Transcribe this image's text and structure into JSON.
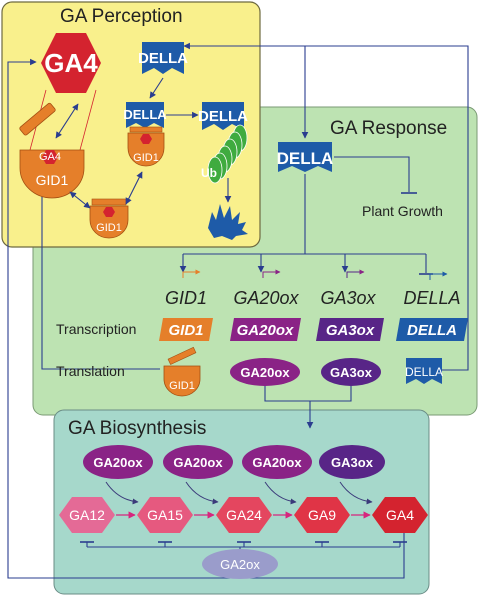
{
  "panels": {
    "perception_title": "GA Perception",
    "response_title": "GA Response",
    "biosynthesis_title": "GA Biosynthesis"
  },
  "perception": {
    "ga4_big": "GA4",
    "della": "DELLA",
    "della_bound": "DELLA",
    "della_ub": "DELLA",
    "gid1_main": "GID1",
    "gid1_bound": "GID1",
    "gid1_lower": "GID1",
    "ga_small": "GA4",
    "ub": "Ub"
  },
  "response": {
    "della": "DELLA",
    "plant_growth": "Plant Growth",
    "genes": [
      "GID1",
      "GA20ox",
      "GA3ox",
      "DELLA"
    ],
    "transcription_label": "Transcription",
    "translation_label": "Translation",
    "transcripts": [
      "GID1",
      "GA20ox",
      "GA3ox",
      "DELLA"
    ],
    "proteins": {
      "gid1": "GID1",
      "ga20ox": "GA20ox",
      "ga3ox": "GA3ox",
      "della": "DELLA"
    }
  },
  "biosynthesis": {
    "enzymes": [
      "GA20ox",
      "GA20ox",
      "GA20ox",
      "GA3ox"
    ],
    "intermediates": [
      "GA12",
      "GA15",
      "GA24",
      "GA9",
      "GA4"
    ],
    "ga2ox": "GA2ox"
  },
  "colors": {
    "perception_bg": "#f9f08c",
    "response_bg": "#bde3b2",
    "biosynthesis_bg": "#a6d8cb",
    "della_blue": "#1e5ba8",
    "gid1_orange": "#e57f2a",
    "ga20ox_purple": "#8a2386",
    "ga3ox_purple": "#582587",
    "ga4_red": "#d4232f",
    "ub_green": "#3fab3f",
    "ga2ox_lilac": "#9a9ccb",
    "arrow_blue": "#2a3d8f",
    "arrow_magenta": "#d7257d"
  }
}
